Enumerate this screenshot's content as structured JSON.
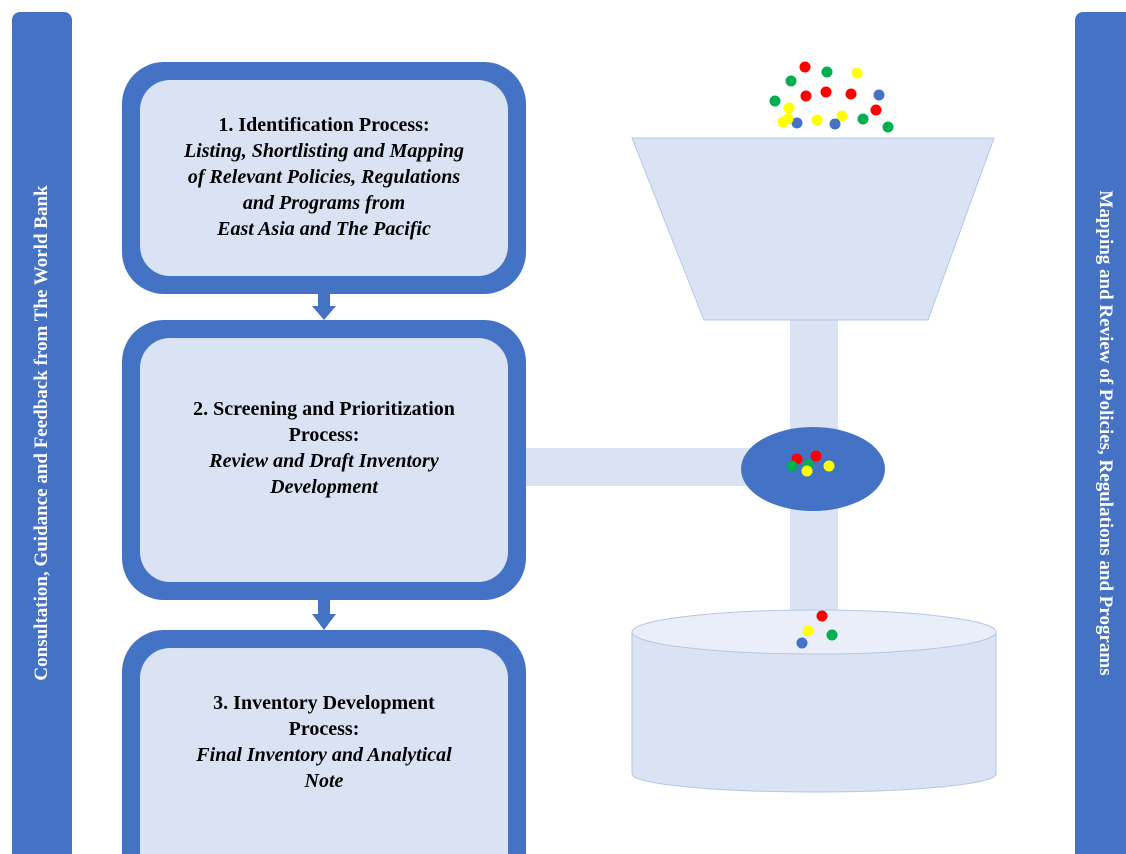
{
  "left_banner": "Consultation, Guidance and Feedback from The World Bank",
  "right_banner": "Mapping and Review of Policies, Regulations and Programs",
  "steps": [
    {
      "title": "1. Identification Process:",
      "subtitle_lines": [
        "Listing, Shortlisting and Mapping",
        "of Relevant Policies, Regulations",
        "and Programs from",
        "East Asia and The Pacific"
      ]
    },
    {
      "title_lines": [
        "2. Screening and Prioritization",
        "Process:"
      ],
      "subtitle_lines": [
        "Review and Draft Inventory",
        "Development"
      ]
    },
    {
      "title_lines": [
        "3. Inventory Development",
        "Process:"
      ],
      "subtitle_lines": [
        "Final Inventory and Analytical",
        "Note"
      ]
    }
  ],
  "colors": {
    "primary_blue": "#4472c4",
    "light_blue": "#dae3f3",
    "dot_red": "#ff0000",
    "dot_green": "#00b050",
    "dot_yellow": "#ffff00",
    "dot_blue": "#4472c4"
  },
  "dot_groups": {
    "funnel_top": [
      "red",
      "green",
      "green",
      "yellow",
      "green",
      "yellow",
      "red",
      "red",
      "red",
      "blue",
      "yellow",
      "yellow",
      "red",
      "green",
      "blue",
      "yellow",
      "blue",
      "yellow",
      "green"
    ],
    "filter": [
      "red",
      "red",
      "green",
      "yellow",
      "green",
      "yellow"
    ],
    "cylinder": [
      "red",
      "yellow",
      "green",
      "blue"
    ]
  }
}
